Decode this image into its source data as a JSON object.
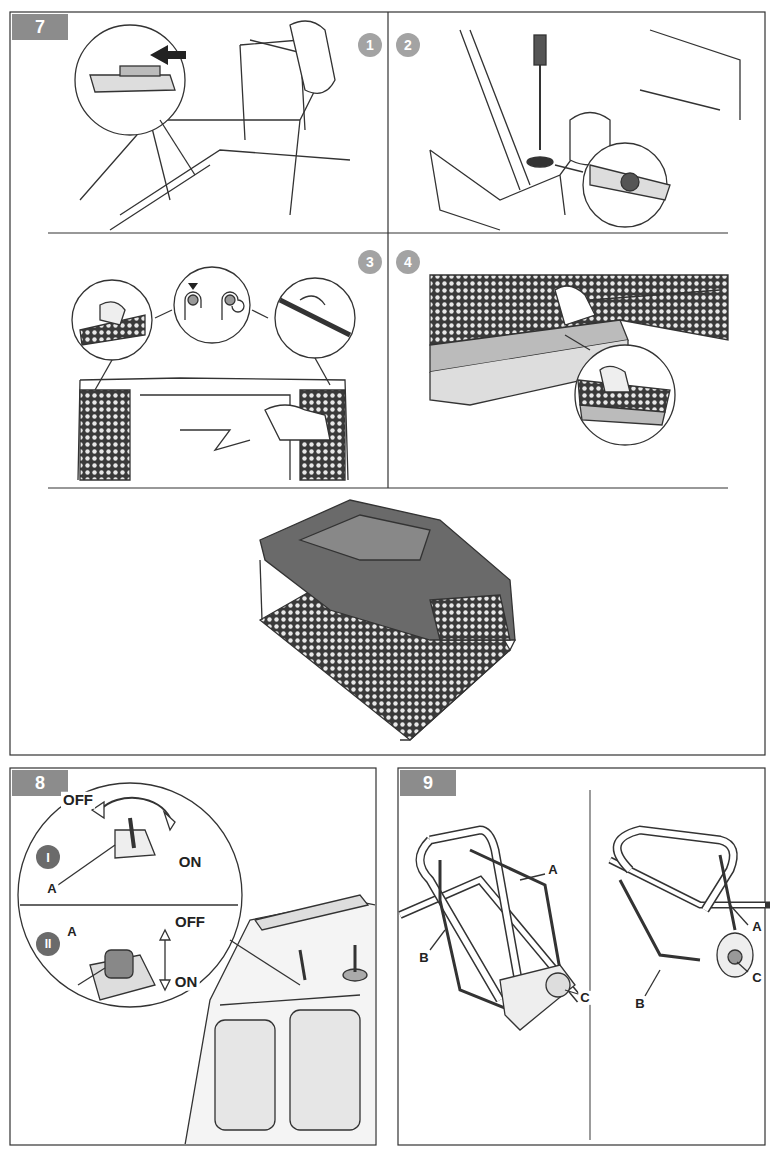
{
  "diagram": {
    "nodes": [
      {
        "text": [
          "7"
        ]
      },
      {
        "text": [
          "1"
        ]
      },
      {
        "text": [
          "2"
        ]
      },
      {
        "text": [
          "3"
        ]
      },
      {
        "text": [
          "4"
        ]
      },
      {
        "text": [
          "8"
        ]
      },
      {
        "text": [
          "I"
        ]
      },
      {
        "text": [
          "II"
        ]
      },
      {
        "text": [
          "9"
        ]
      }
    ],
    "labels": [
      "OFF",
      "ON",
      "A",
      "A",
      "OFF",
      "ON",
      "A",
      "B",
      "C",
      "A",
      "B",
      "C"
    ]
  }
}
